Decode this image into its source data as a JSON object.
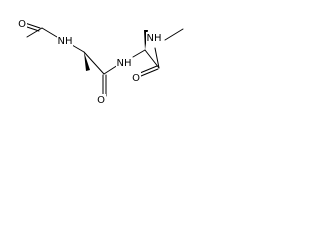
{
  "molecule": {
    "atoms": {
      "nh_1": "NH",
      "o_1": "O",
      "nh_2": "NH",
      "o_2": "O",
      "nh_3": "NH",
      "o_3": "O"
    },
    "stereo": [
      "wedge",
      "wedge"
    ]
  }
}
